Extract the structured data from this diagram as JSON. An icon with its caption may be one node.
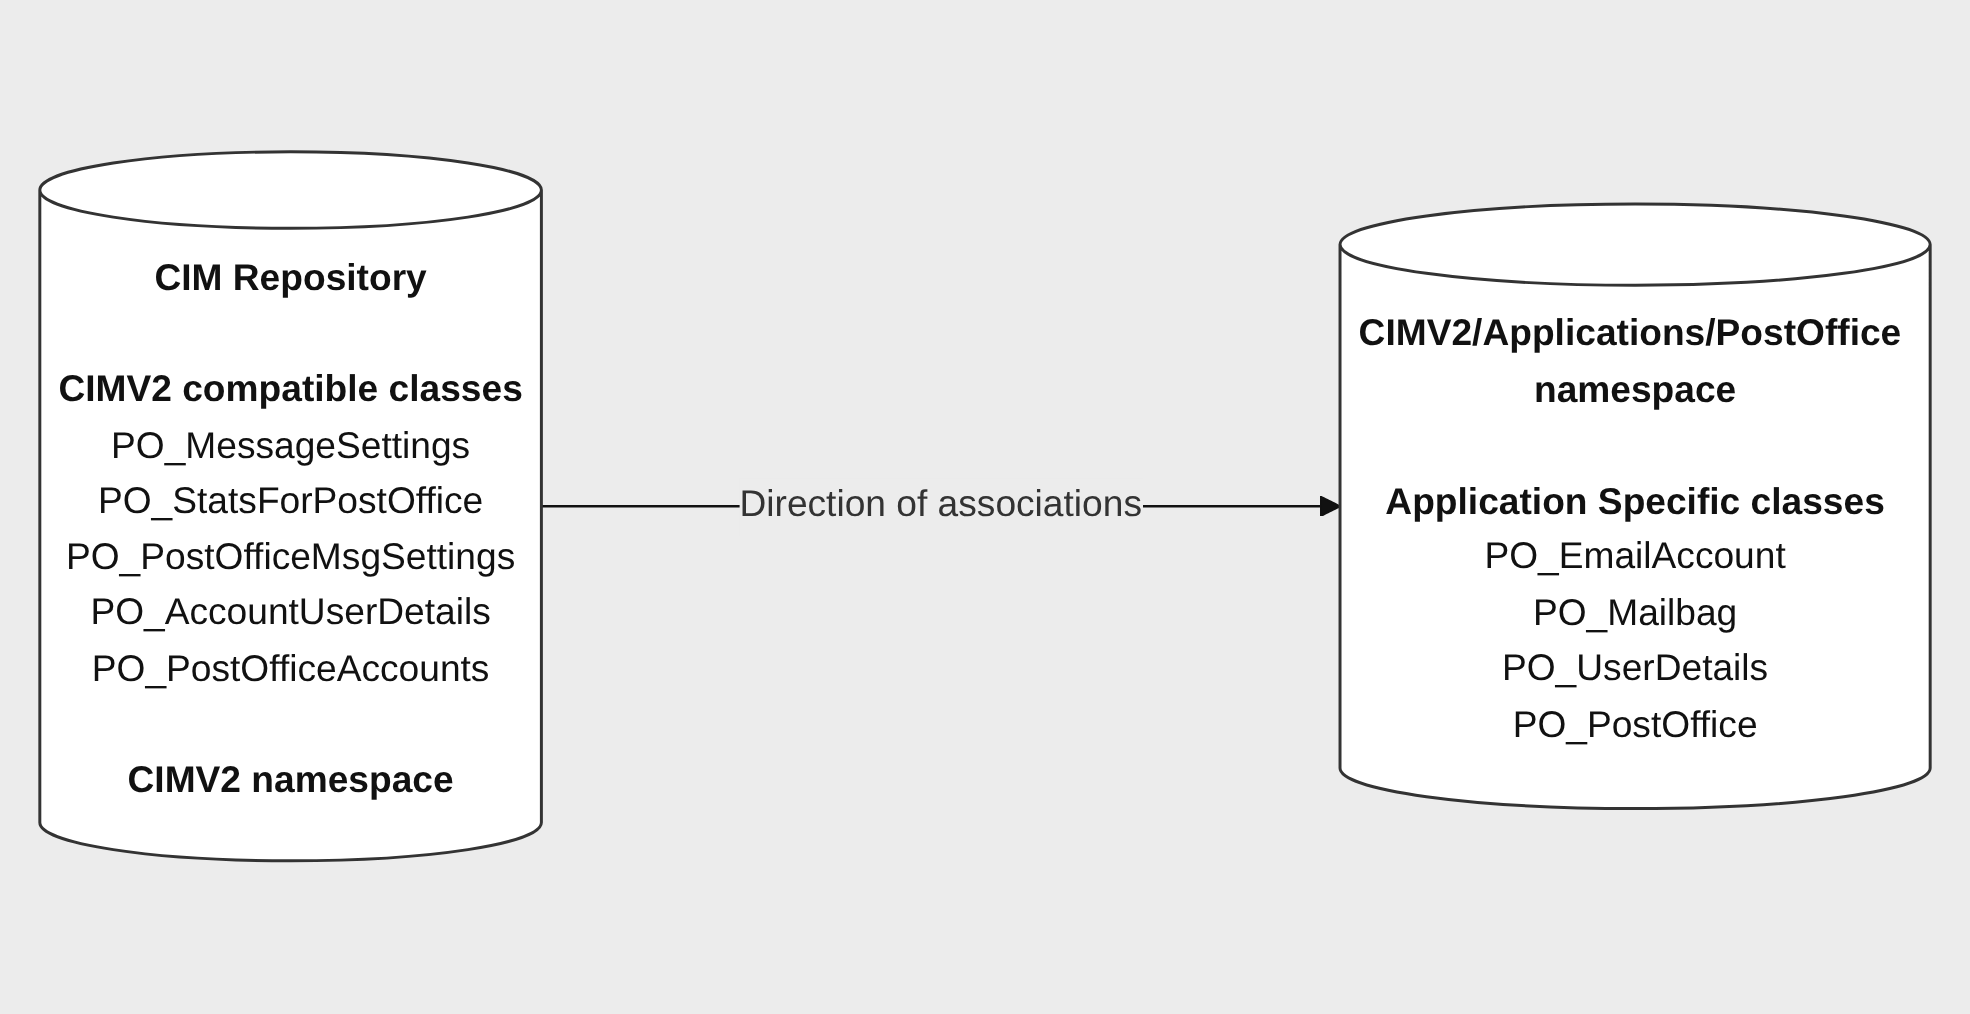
{
  "diagram": {
    "nodes": [
      {
        "text": [
          "CIM Repository",
          "CIMV2 compatible classes",
          "PO_MessageSettings",
          "PO_StatsForPostOffice",
          "PO_PostOfficeMsgSettings",
          "PO_AccountUserDetails",
          "PO_PostOfficeAccounts",
          "CIMV2 namespace"
        ]
      },
      {
        "text": [
          "CIMV2/Applications/PostOffice namespace",
          "Application Specific classes",
          "PO_EmailAccount",
          "PO_Mailbag",
          "PO_UserDetails",
          "PO_PostOffice"
        ]
      }
    ],
    "edges": [
      {
        "from": 0,
        "to": 1,
        "arrow": "to",
        "label": "Direction of associations"
      }
    ]
  }
}
